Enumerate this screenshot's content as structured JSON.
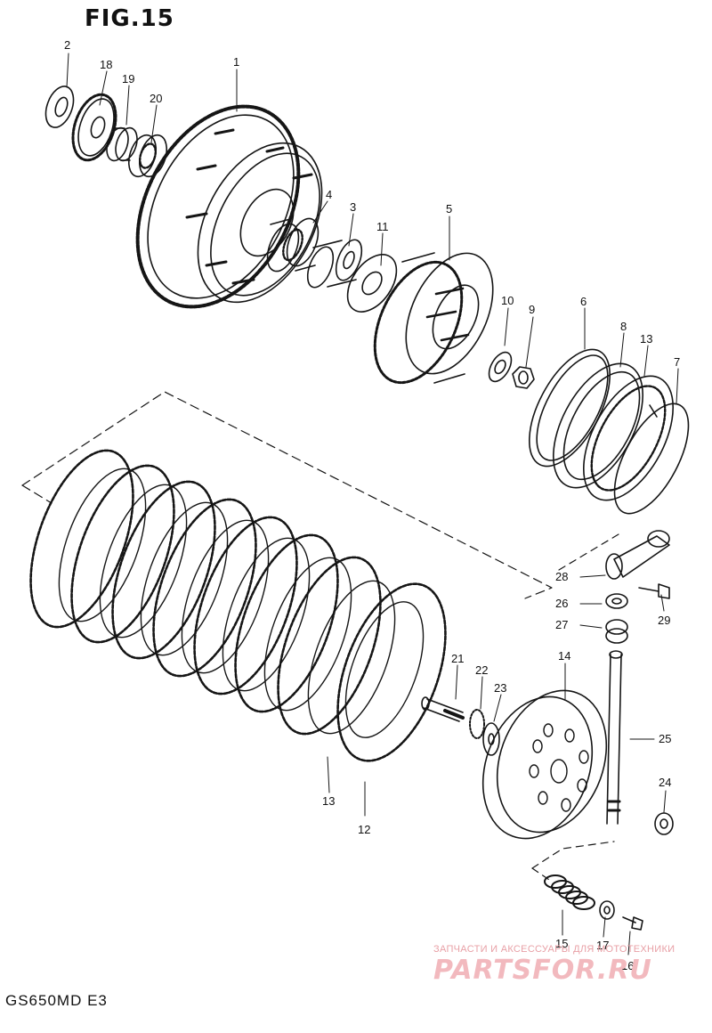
{
  "figure": {
    "title": "FIG.15",
    "model": "GS650MD E3"
  },
  "callouts": [
    {
      "id": "c2",
      "label": "2"
    },
    {
      "id": "c18",
      "label": "18"
    },
    {
      "id": "c19",
      "label": "19"
    },
    {
      "id": "c20",
      "label": "20"
    },
    {
      "id": "c1",
      "label": "1"
    },
    {
      "id": "c4",
      "label": "4"
    },
    {
      "id": "c3",
      "label": "3"
    },
    {
      "id": "c11",
      "label": "11"
    },
    {
      "id": "c5",
      "label": "5"
    },
    {
      "id": "c10",
      "label": "10"
    },
    {
      "id": "c9",
      "label": "9"
    },
    {
      "id": "c6",
      "label": "6"
    },
    {
      "id": "c8",
      "label": "8"
    },
    {
      "id": "c13a",
      "label": "13"
    },
    {
      "id": "c7",
      "label": "7"
    },
    {
      "id": "c28",
      "label": "28"
    },
    {
      "id": "c26",
      "label": "26"
    },
    {
      "id": "c27",
      "label": "27"
    },
    {
      "id": "c29",
      "label": "29"
    },
    {
      "id": "c14",
      "label": "14"
    },
    {
      "id": "c21",
      "label": "21"
    },
    {
      "id": "c22",
      "label": "22"
    },
    {
      "id": "c23",
      "label": "23"
    },
    {
      "id": "c25",
      "label": "25"
    },
    {
      "id": "c24",
      "label": "24"
    },
    {
      "id": "c13b",
      "label": "13"
    },
    {
      "id": "c12",
      "label": "12"
    },
    {
      "id": "c15",
      "label": "15"
    },
    {
      "id": "c17",
      "label": "17"
    },
    {
      "id": "c16",
      "label": "16"
    }
  ],
  "watermark": {
    "tagline": "ЗАПЧАСТИ И АКСЕССУАРЫ ДЛЯ МОТОТЕХНИКИ",
    "logo": "PARTSFOR.RU"
  }
}
